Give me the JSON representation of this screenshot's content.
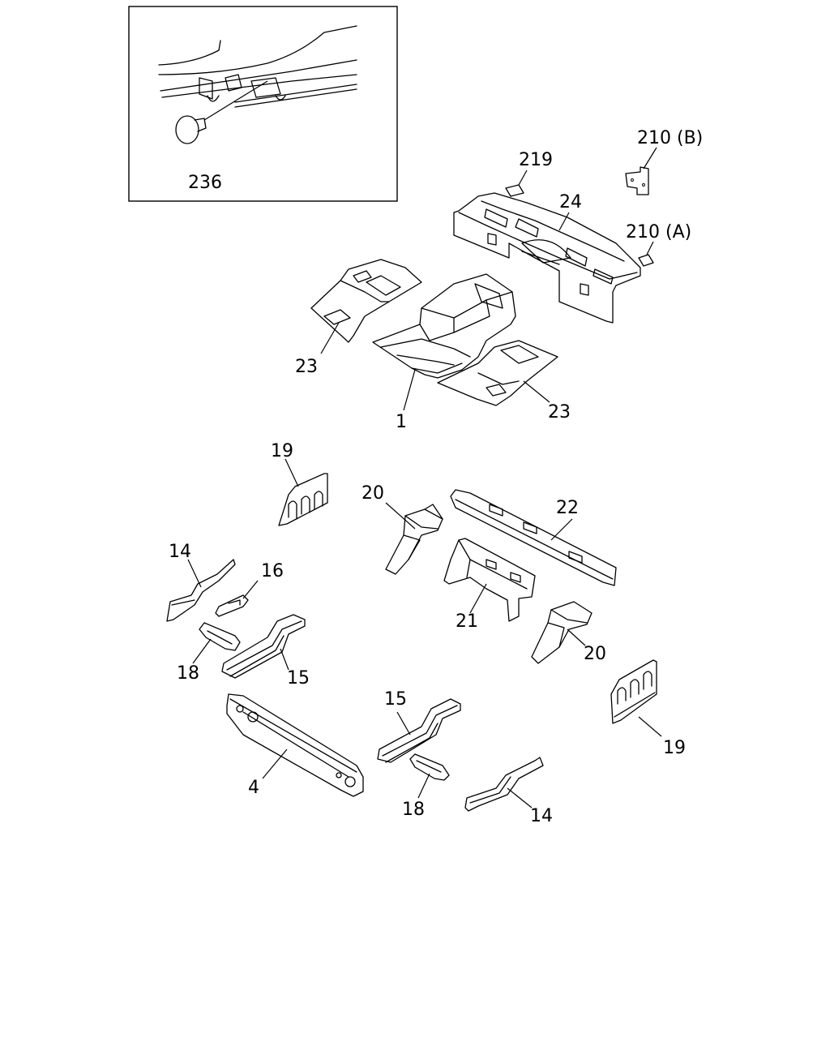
{
  "diagram": {
    "labels": {
      "l236": "236",
      "l219": "219",
      "l210b": "210 (B)",
      "l24": "24",
      "l210a": "210 (A)",
      "l23a": "23",
      "l1": "1",
      "l23b": "23",
      "l19a": "19",
      "l20a": "20",
      "l22": "22",
      "l14a": "14",
      "l16": "16",
      "l21": "21",
      "l20b": "20",
      "l18a": "18",
      "l15a": "15",
      "l19b": "19",
      "l15b": "15",
      "l4": "4",
      "l18b": "18",
      "l14b": "14"
    }
  }
}
